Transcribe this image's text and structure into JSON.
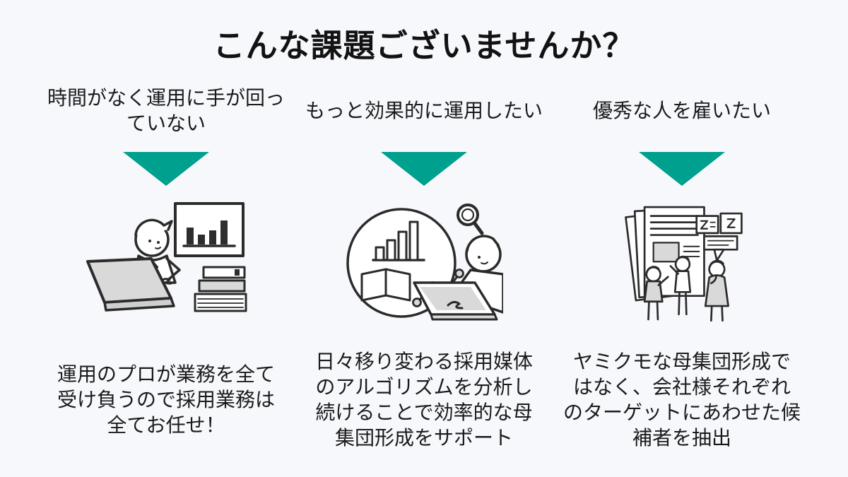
{
  "slide": {
    "title": "こんな課題ございませんか？",
    "background_color": "#F7F8FC",
    "accent_color": "#00A08F",
    "text_color": "#1B1B1B",
    "illustration_outline_color": "#2B2B2B",
    "illustration_fill_color": "#D9D9D9",
    "columns": [
      {
        "problem": "時間がなく運用に手が回っ\nていない",
        "illustration": "worker-at-laptop-with-chart-board-and-document-stack",
        "solution": "運用のプロが業務を全て\n受け負うので採用業務は\n全てお任せ！"
      },
      {
        "problem": "もっと効果的に運用したい",
        "illustration": "analytics-circle-with-magnifier-and-person-at-laptop",
        "solution": "日々移り変わる採用媒体\nのアルゴリズムを分析し\n続けることで効率的な母\n集団形成をサポート"
      },
      {
        "problem": "優秀な人を雇いたい",
        "illustration": "people-discussing-candidate-documents-with-speech-bubbles",
        "solution": "ヤミクモな母集団形成で\nはなく、会社様それぞれ\nのターゲットにあわせた候\n補者を抽出"
      }
    ]
  }
}
